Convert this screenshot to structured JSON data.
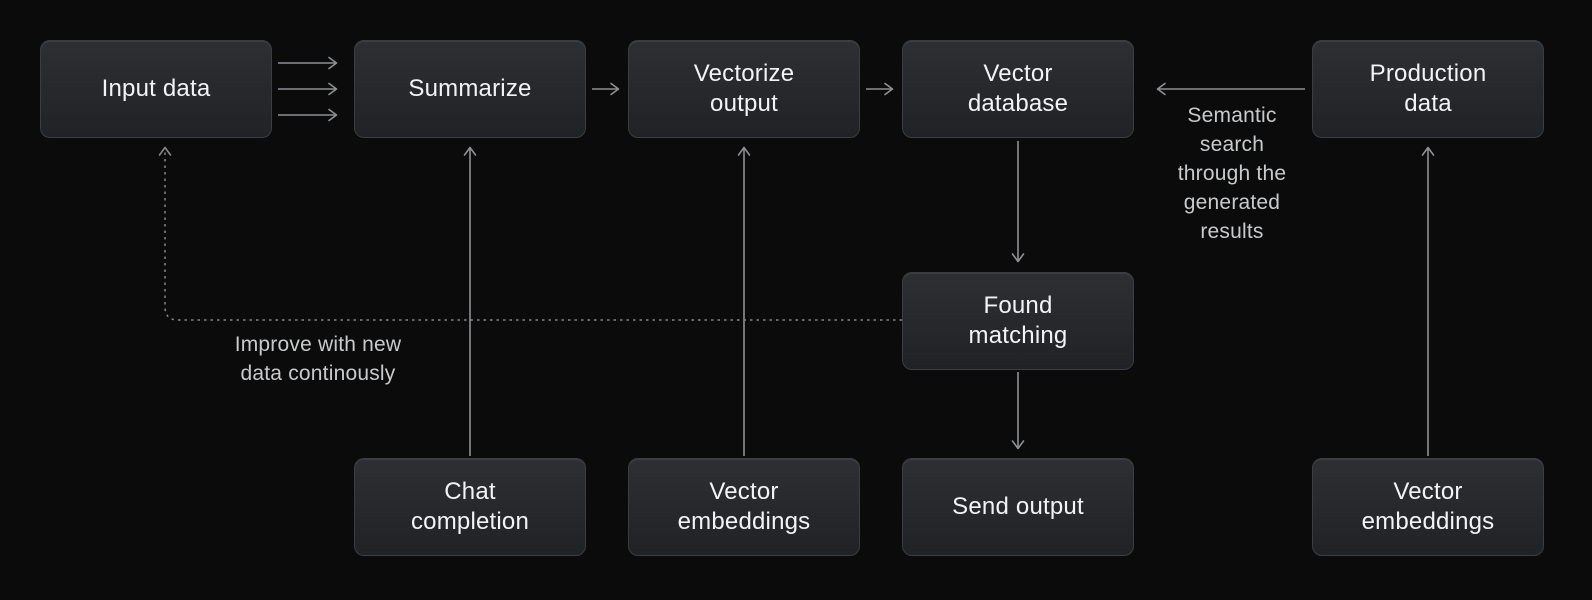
{
  "colors": {
    "background": "#0b0b0c",
    "node_fill_top": "#2d2f33",
    "node_fill_bottom": "#202226",
    "node_border": "#3b3d42",
    "node_text": "#f2f3f5",
    "arrow": "#8e9094",
    "dotted_arrow": "#85878b",
    "edge_label_text": "#c8cacc"
  },
  "nodes": [
    {
      "id": "input-data",
      "label": "Input data"
    },
    {
      "id": "summarize",
      "label": "Summarize"
    },
    {
      "id": "vectorize-output",
      "label": "Vectorize\noutput"
    },
    {
      "id": "vector-database",
      "label": "Vector\ndatabase"
    },
    {
      "id": "production-data",
      "label": "Production\ndata"
    },
    {
      "id": "found-matching",
      "label": "Found\nmatching"
    },
    {
      "id": "chat-completion",
      "label": "Chat\ncompletion"
    },
    {
      "id": "vector-embeddings-left",
      "label": "Vector\nembeddings"
    },
    {
      "id": "send-output",
      "label": "Send output"
    },
    {
      "id": "vector-embeddings-right",
      "label": "Vector\nembeddings"
    }
  ],
  "edges": [
    {
      "from": "input-data",
      "to": "summarize",
      "style": "solid",
      "arrows": 3,
      "direction": "right"
    },
    {
      "from": "summarize",
      "to": "vectorize-output",
      "style": "solid",
      "arrows": 1,
      "direction": "right"
    },
    {
      "from": "vectorize-output",
      "to": "vector-database",
      "style": "solid",
      "arrows": 1,
      "direction": "right"
    },
    {
      "from": "production-data",
      "to": "vector-database",
      "style": "solid",
      "arrows": 1,
      "direction": "left",
      "label": "Semantic search through the generated results"
    },
    {
      "from": "vector-database",
      "to": "found-matching",
      "style": "solid",
      "arrows": 1,
      "direction": "down"
    },
    {
      "from": "found-matching",
      "to": "send-output",
      "style": "solid",
      "arrows": 1,
      "direction": "down"
    },
    {
      "from": "chat-completion",
      "to": "summarize",
      "style": "solid",
      "arrows": 1,
      "direction": "up"
    },
    {
      "from": "vector-embeddings-left",
      "to": "vectorize-output",
      "style": "solid",
      "arrows": 1,
      "direction": "up"
    },
    {
      "from": "vector-embeddings-right",
      "to": "production-data",
      "style": "solid",
      "arrows": 1,
      "direction": "up"
    },
    {
      "from": "found-matching",
      "to": "input-data",
      "style": "dotted",
      "arrows": 1,
      "direction": "left-up",
      "label": "Improve with new data continously"
    }
  ],
  "edge_labels": {
    "semantic_search": "Semantic\nsearch\nthrough the\ngenerated\nresults",
    "improve": "Improve with new\ndata continously"
  }
}
